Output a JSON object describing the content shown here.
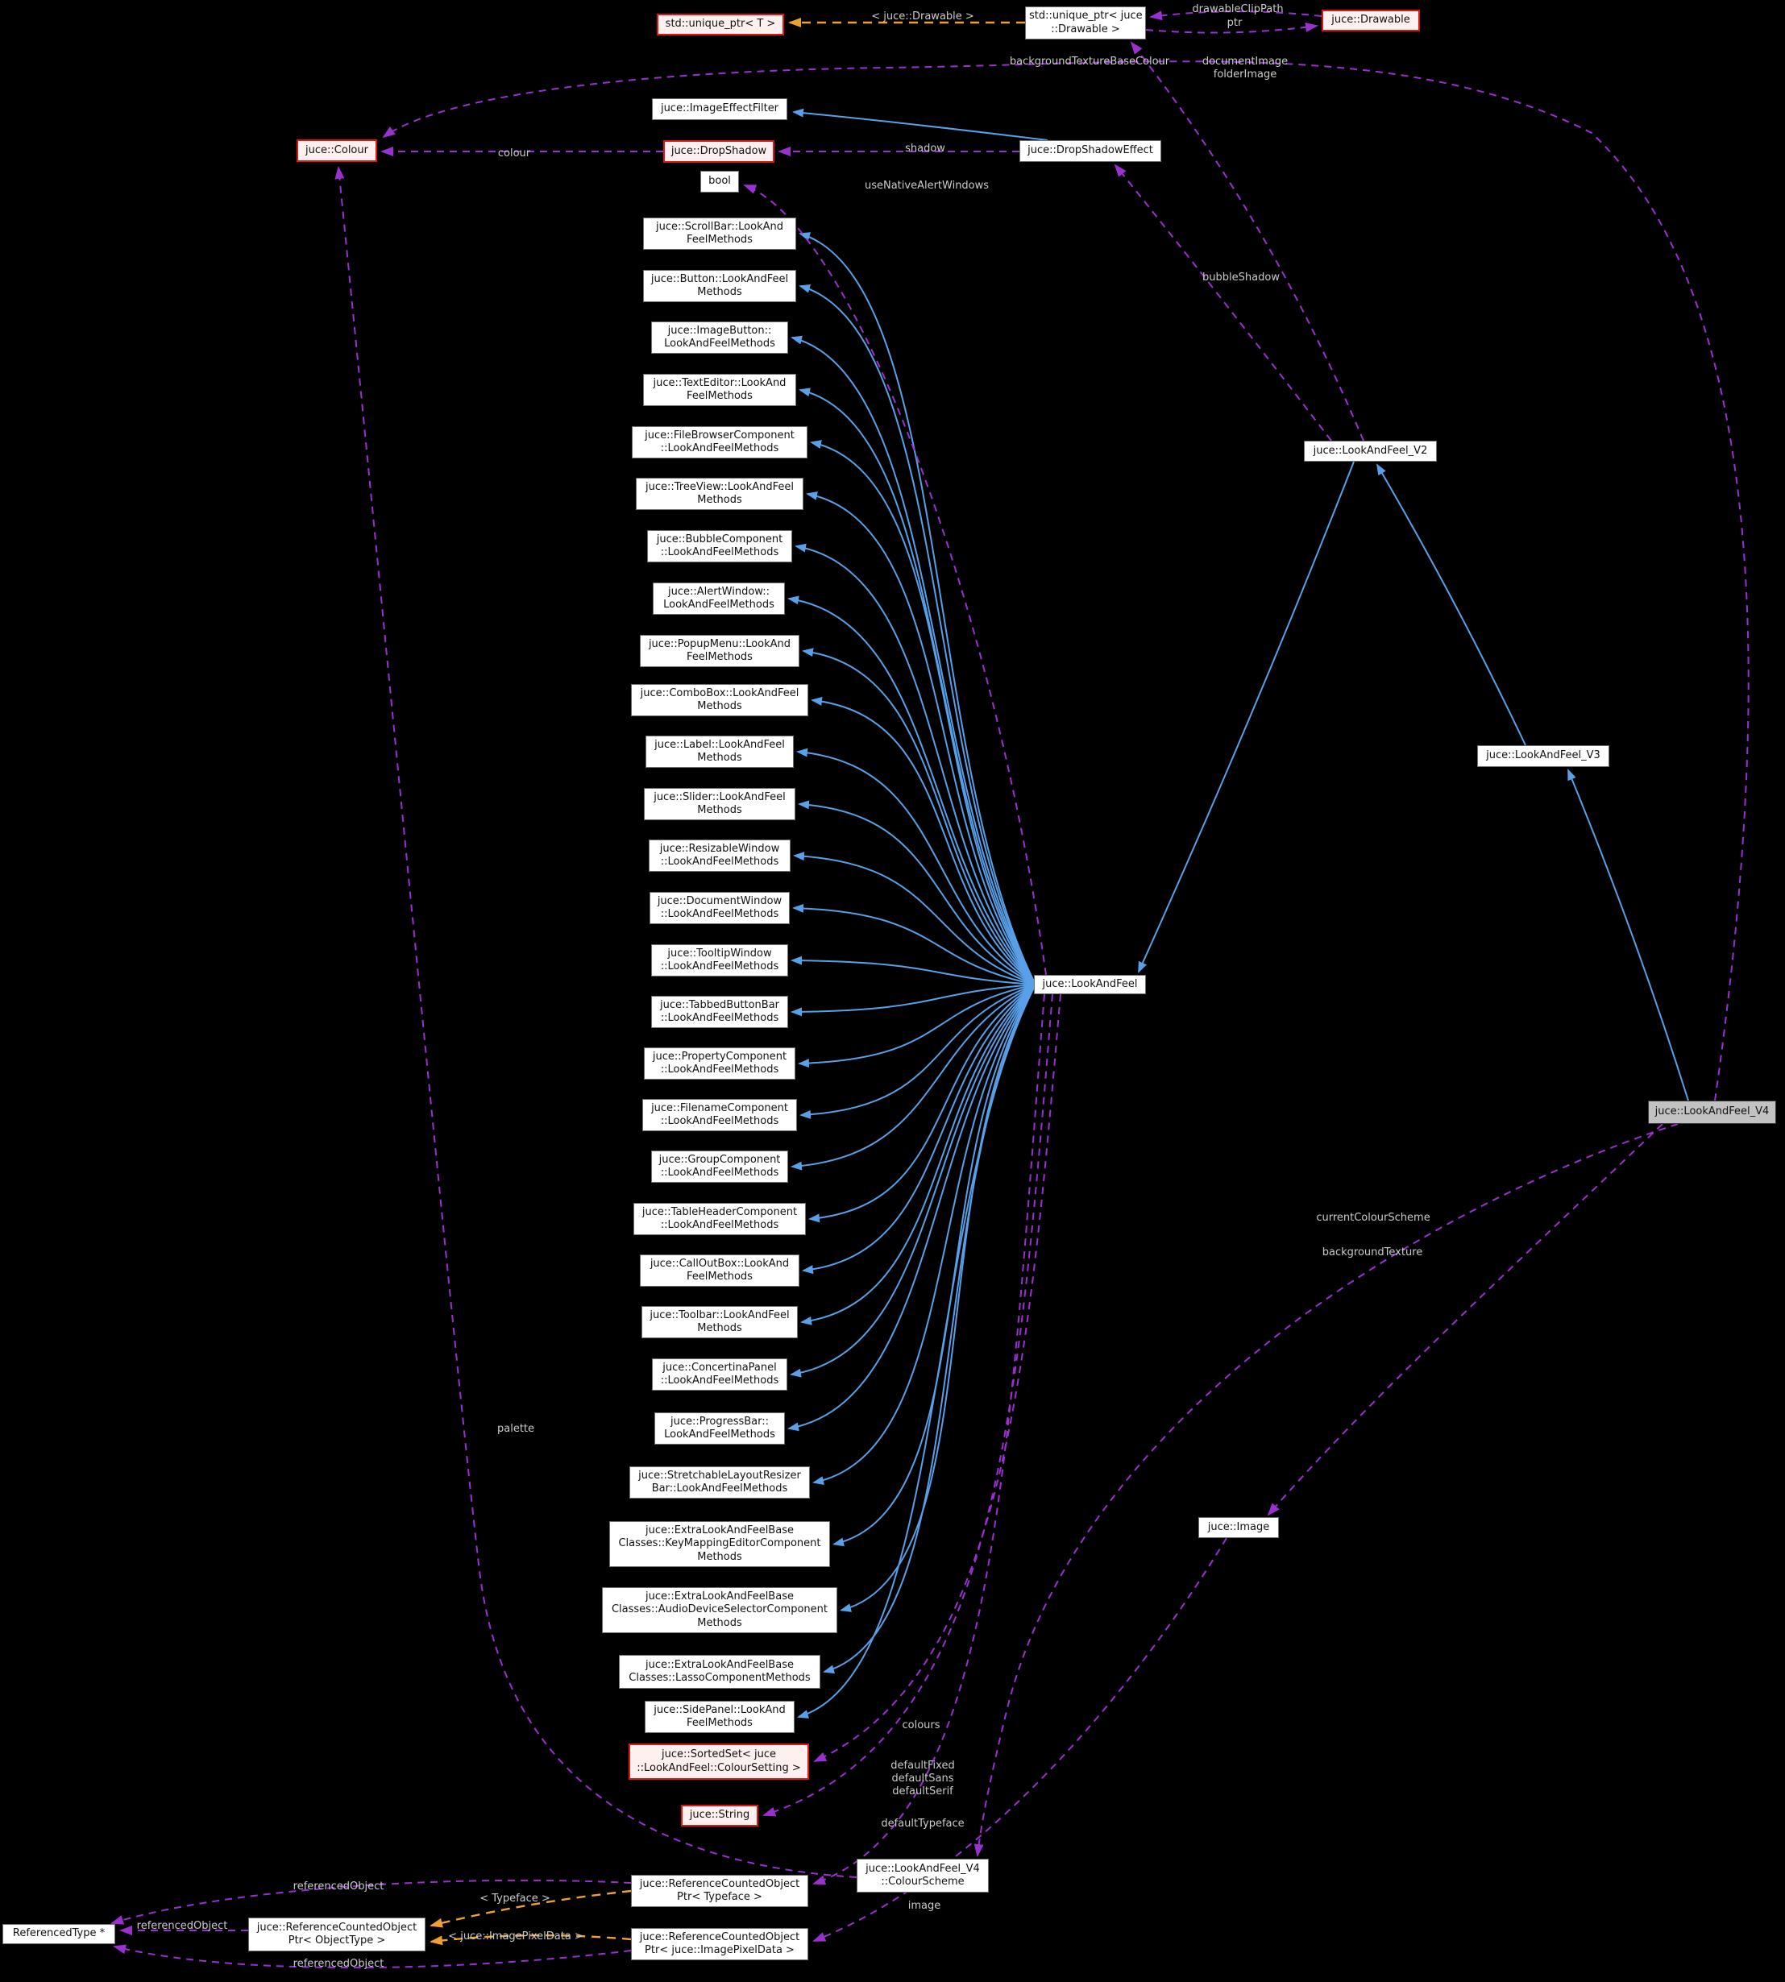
{
  "diagram": {
    "title": "juce::LookAndFeel_V4 collaboration diagram",
    "colors": {
      "background": "#000000",
      "inherit_edge": "#58a0e8",
      "usage_edge": "#9b30d0",
      "template_edge": "#f0a030",
      "edge_label": "#cbcbcb",
      "box_bg": "#ffffff",
      "box_border": "#6e6e6e",
      "red_box_border": "#e11414",
      "red_box_bg": "#fff0f0",
      "current_box_bg": "#c2c2c2"
    },
    "nodes": [
      {
        "id": "uptr_t",
        "style": "red",
        "lines": [
          "std::unique_ptr< T >"
        ]
      },
      {
        "id": "uptr_drawable",
        "style": "plain",
        "lines": [
          "std::unique_ptr< juce",
          "::Drawable >"
        ]
      },
      {
        "id": "drawable",
        "style": "red",
        "lines": [
          "juce::Drawable"
        ]
      },
      {
        "id": "image_effect_filter",
        "style": "plain",
        "lines": [
          "juce::ImageEffectFilter"
        ]
      },
      {
        "id": "colour",
        "style": "red",
        "lines": [
          "juce::Colour"
        ]
      },
      {
        "id": "drop_shadow",
        "style": "red",
        "lines": [
          "juce::DropShadow"
        ]
      },
      {
        "id": "drop_shadow_effect",
        "style": "plain",
        "lines": [
          "juce::DropShadowEffect"
        ]
      },
      {
        "id": "bool_node",
        "style": "plain",
        "lines": [
          "bool"
        ]
      },
      {
        "id": "m1",
        "style": "plain",
        "lines": [
          "juce::ScrollBar::LookAnd",
          "FeelMethods"
        ]
      },
      {
        "id": "m2",
        "style": "plain",
        "lines": [
          "juce::Button::LookAndFeel",
          "Methods"
        ]
      },
      {
        "id": "m3",
        "style": "plain",
        "lines": [
          "juce::ImageButton::",
          "LookAndFeelMethods"
        ]
      },
      {
        "id": "m4",
        "style": "plain",
        "lines": [
          "juce::TextEditor::LookAnd",
          "FeelMethods"
        ]
      },
      {
        "id": "m5",
        "style": "plain",
        "lines": [
          "juce::FileBrowserComponent",
          "::LookAndFeelMethods"
        ]
      },
      {
        "id": "m6",
        "style": "plain",
        "lines": [
          "juce::TreeView::LookAndFeel",
          "Methods"
        ]
      },
      {
        "id": "m7",
        "style": "plain",
        "lines": [
          "juce::BubbleComponent",
          "::LookAndFeelMethods"
        ]
      },
      {
        "id": "m8",
        "style": "plain",
        "lines": [
          "juce::AlertWindow::",
          "LookAndFeelMethods"
        ]
      },
      {
        "id": "m9",
        "style": "plain",
        "lines": [
          "juce::PopupMenu::LookAnd",
          "FeelMethods"
        ]
      },
      {
        "id": "m10",
        "style": "plain",
        "lines": [
          "juce::ComboBox::LookAndFeel",
          "Methods"
        ]
      },
      {
        "id": "m11",
        "style": "plain",
        "lines": [
          "juce::Label::LookAndFeel",
          "Methods"
        ]
      },
      {
        "id": "m12",
        "style": "plain",
        "lines": [
          "juce::Slider::LookAndFeel",
          "Methods"
        ]
      },
      {
        "id": "m13",
        "style": "plain",
        "lines": [
          "juce::ResizableWindow",
          "::LookAndFeelMethods"
        ]
      },
      {
        "id": "m14",
        "style": "plain",
        "lines": [
          "juce::DocumentWindow",
          "::LookAndFeelMethods"
        ]
      },
      {
        "id": "m15",
        "style": "plain",
        "lines": [
          "juce::TooltipWindow",
          "::LookAndFeelMethods"
        ]
      },
      {
        "id": "m16",
        "style": "plain",
        "lines": [
          "juce::TabbedButtonBar",
          "::LookAndFeelMethods"
        ]
      },
      {
        "id": "m17",
        "style": "plain",
        "lines": [
          "juce::PropertyComponent",
          "::LookAndFeelMethods"
        ]
      },
      {
        "id": "m18",
        "style": "plain",
        "lines": [
          "juce::FilenameComponent",
          "::LookAndFeelMethods"
        ]
      },
      {
        "id": "m19",
        "style": "plain",
        "lines": [
          "juce::GroupComponent",
          "::LookAndFeelMethods"
        ]
      },
      {
        "id": "m20",
        "style": "plain",
        "lines": [
          "juce::TableHeaderComponent",
          "::LookAndFeelMethods"
        ]
      },
      {
        "id": "m21",
        "style": "plain",
        "lines": [
          "juce::CallOutBox::LookAnd",
          "FeelMethods"
        ]
      },
      {
        "id": "m22",
        "style": "plain",
        "lines": [
          "juce::Toolbar::LookAndFeel",
          "Methods"
        ]
      },
      {
        "id": "m23",
        "style": "plain",
        "lines": [
          "juce::ConcertinaPanel",
          "::LookAndFeelMethods"
        ]
      },
      {
        "id": "m24",
        "style": "plain",
        "lines": [
          "juce::ProgressBar::",
          "LookAndFeelMethods"
        ]
      },
      {
        "id": "m25",
        "style": "plain",
        "lines": [
          "juce::StretchableLayoutResizer",
          "Bar::LookAndFeelMethods"
        ]
      },
      {
        "id": "m26",
        "style": "plain",
        "lines": [
          "juce::ExtraLookAndFeelBase",
          "Classes::KeyMappingEditorComponent",
          "Methods"
        ]
      },
      {
        "id": "m27",
        "style": "plain",
        "lines": [
          "juce::ExtraLookAndFeelBase",
          "Classes::AudioDeviceSelectorComponent",
          "Methods"
        ]
      },
      {
        "id": "m28",
        "style": "plain",
        "lines": [
          "juce::ExtraLookAndFeelBase",
          "Classes::LassoComponentMethods"
        ]
      },
      {
        "id": "m29",
        "style": "plain",
        "lines": [
          "juce::SidePanel::LookAnd",
          "FeelMethods"
        ]
      },
      {
        "id": "lookandfeel",
        "style": "plain",
        "lines": [
          "juce::LookAndFeel"
        ]
      },
      {
        "id": "laf_v2",
        "style": "plain",
        "lines": [
          "juce::LookAndFeel_V2"
        ]
      },
      {
        "id": "laf_v3",
        "style": "plain",
        "lines": [
          "juce::LookAndFeel_V3"
        ]
      },
      {
        "id": "laf_v4",
        "style": "grey",
        "lines": [
          "juce::LookAndFeel_V4"
        ]
      },
      {
        "id": "jimage",
        "style": "plain",
        "lines": [
          "juce::Image"
        ]
      },
      {
        "id": "sortedset",
        "style": "red",
        "lines": [
          "juce::SortedSet< juce",
          "::LookAndFeel::ColourSetting >"
        ]
      },
      {
        "id": "jstring",
        "style": "red",
        "lines": [
          "juce::String"
        ]
      },
      {
        "id": "colourscheme",
        "style": "plain",
        "lines": [
          "juce::LookAndFeel_V4",
          "::ColourScheme"
        ]
      },
      {
        "id": "refptr_typeface",
        "style": "plain",
        "lines": [
          "juce::ReferenceCountedObject",
          "Ptr< Typeface >"
        ]
      },
      {
        "id": "refptr_ipd",
        "style": "plain",
        "lines": [
          "juce::ReferenceCountedObject",
          "Ptr< juce::ImagePixelData >"
        ]
      },
      {
        "id": "referencedtype",
        "style": "plain",
        "lines": [
          "ReferencedType *"
        ]
      },
      {
        "id": "refptr_objecttype",
        "style": "plain",
        "lines": [
          "juce::ReferenceCountedObject",
          "Ptr< ObjectType >"
        ]
      }
    ],
    "edge_labels": [
      {
        "id": "l_colour",
        "lines": [
          "colour"
        ]
      },
      {
        "id": "l_shadow",
        "lines": [
          "shadow"
        ]
      },
      {
        "id": "l_bubbleShadow",
        "lines": [
          "bubbleShadow"
        ]
      },
      {
        "id": "l_useNative",
        "lines": [
          "useNativeAlertWindows"
        ]
      },
      {
        "id": "l_drawableClipPath",
        "lines": [
          "drawableClipPath"
        ]
      },
      {
        "id": "l_ptr",
        "lines": [
          "ptr"
        ]
      },
      {
        "id": "l_tpl_drawable",
        "lines": [
          "< juce::Drawable >"
        ]
      },
      {
        "id": "l_btbc",
        "lines": [
          "backgroundTextureBaseColour"
        ]
      },
      {
        "id": "l_docfolder",
        "lines": [
          "documentImage",
          "folderImage"
        ]
      },
      {
        "id": "l_palette",
        "lines": [
          "palette"
        ]
      },
      {
        "id": "l_ccs",
        "lines": [
          "currentColourScheme"
        ]
      },
      {
        "id": "l_bt",
        "lines": [
          "backgroundTexture"
        ]
      },
      {
        "id": "l_image",
        "lines": [
          "image"
        ]
      },
      {
        "id": "l_colours",
        "lines": [
          "colours"
        ]
      },
      {
        "id": "l_defaults",
        "lines": [
          "defaultFixed",
          "defaultSans",
          "defaultSerif"
        ]
      },
      {
        "id": "l_dtf",
        "lines": [
          "defaultTypeface"
        ]
      },
      {
        "id": "l_ro_top",
        "lines": [
          "referencedObject"
        ]
      },
      {
        "id": "l_ro_mid",
        "lines": [
          "referencedObject"
        ]
      },
      {
        "id": "l_ro_bot",
        "lines": [
          "referencedObject"
        ]
      },
      {
        "id": "l_tpl_typeface",
        "lines": [
          "< Typeface >"
        ]
      },
      {
        "id": "l_tpl_ipd",
        "lines": [
          "< juce::ImagePixelData >"
        ]
      }
    ]
  }
}
